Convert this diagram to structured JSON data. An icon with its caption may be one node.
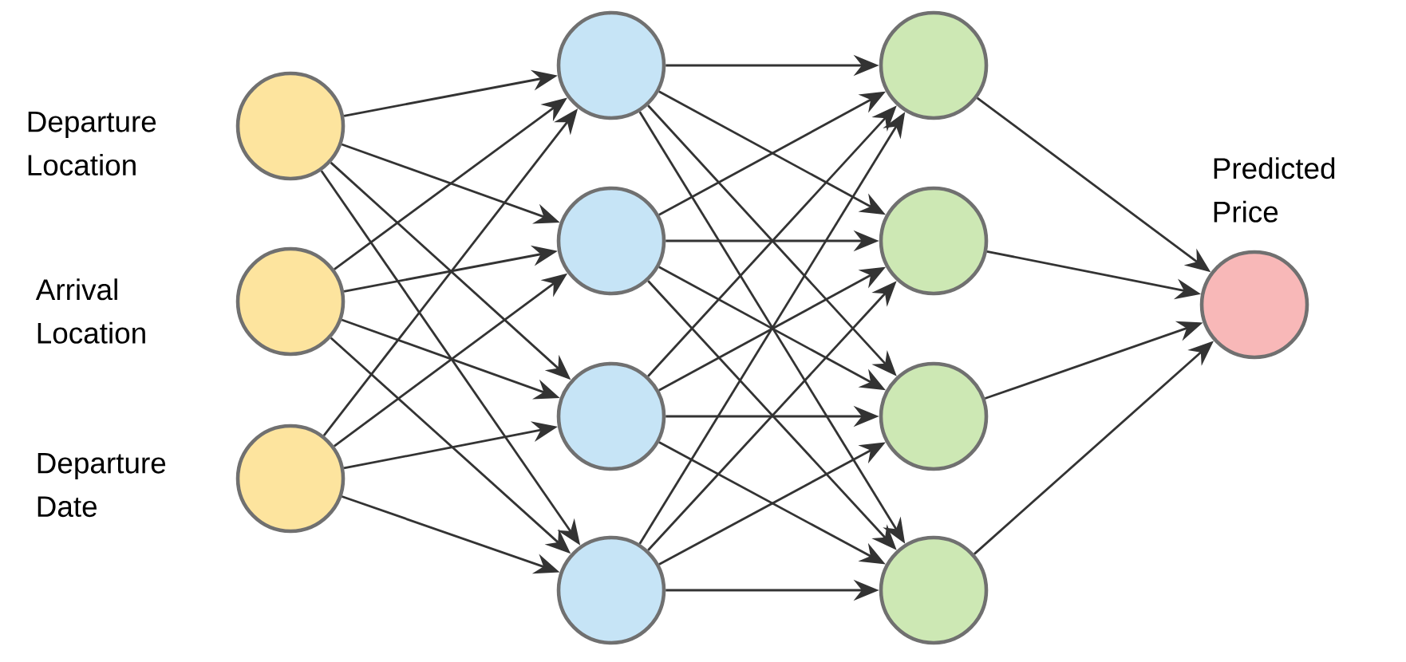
{
  "diagram": {
    "nodes": [
      {
        "text": [],
        "shape": "circle",
        "beside": [
          "Departure Location"
        ]
      },
      {
        "text": [],
        "shape": "circle",
        "beside": [
          "Arrival Location"
        ]
      },
      {
        "text": [],
        "shape": "circle",
        "beside": [
          "Departure Date"
        ]
      },
      {
        "text": [],
        "shape": "circle"
      },
      {
        "text": [],
        "shape": "circle"
      },
      {
        "text": [],
        "shape": "circle"
      },
      {
        "text": [],
        "shape": "circle"
      },
      {
        "text": [],
        "shape": "circle"
      },
      {
        "text": [],
        "shape": "circle"
      },
      {
        "text": [],
        "shape": "circle"
      },
      {
        "text": [],
        "shape": "circle"
      },
      {
        "text": [],
        "shape": "circle",
        "beside": [
          "Predicted Price"
        ]
      }
    ],
    "edges": [
      {
        "from": 0,
        "to": 3,
        "arrow": "to"
      },
      {
        "from": 0,
        "to": 4,
        "arrow": "to"
      },
      {
        "from": 0,
        "to": 5,
        "arrow": "to"
      },
      {
        "from": 0,
        "to": 6,
        "arrow": "to"
      },
      {
        "from": 1,
        "to": 3,
        "arrow": "to"
      },
      {
        "from": 1,
        "to": 4,
        "arrow": "to"
      },
      {
        "from": 1,
        "to": 5,
        "arrow": "to"
      },
      {
        "from": 1,
        "to": 6,
        "arrow": "to"
      },
      {
        "from": 2,
        "to": 3,
        "arrow": "to"
      },
      {
        "from": 2,
        "to": 4,
        "arrow": "to"
      },
      {
        "from": 2,
        "to": 5,
        "arrow": "to"
      },
      {
        "from": 2,
        "to": 6,
        "arrow": "to"
      },
      {
        "from": 3,
        "to": 7,
        "arrow": "to"
      },
      {
        "from": 3,
        "to": 8,
        "arrow": "to"
      },
      {
        "from": 3,
        "to": 9,
        "arrow": "to"
      },
      {
        "from": 3,
        "to": 10,
        "arrow": "to"
      },
      {
        "from": 4,
        "to": 7,
        "arrow": "to"
      },
      {
        "from": 4,
        "to": 8,
        "arrow": "to"
      },
      {
        "from": 4,
        "to": 9,
        "arrow": "to"
      },
      {
        "from": 4,
        "to": 10,
        "arrow": "to"
      },
      {
        "from": 5,
        "to": 7,
        "arrow": "to"
      },
      {
        "from": 5,
        "to": 8,
        "arrow": "to"
      },
      {
        "from": 5,
        "to": 9,
        "arrow": "to"
      },
      {
        "from": 5,
        "to": 10,
        "arrow": "to"
      },
      {
        "from": 6,
        "to": 7,
        "arrow": "to"
      },
      {
        "from": 6,
        "to": 8,
        "arrow": "to"
      },
      {
        "from": 6,
        "to": 9,
        "arrow": "to"
      },
      {
        "from": 6,
        "to": 10,
        "arrow": "to"
      },
      {
        "from": 7,
        "to": 11,
        "arrow": "to"
      },
      {
        "from": 8,
        "to": 11,
        "arrow": "to"
      },
      {
        "from": 9,
        "to": 11,
        "arrow": "to"
      },
      {
        "from": 10,
        "to": 11,
        "arrow": "to"
      }
    ]
  }
}
